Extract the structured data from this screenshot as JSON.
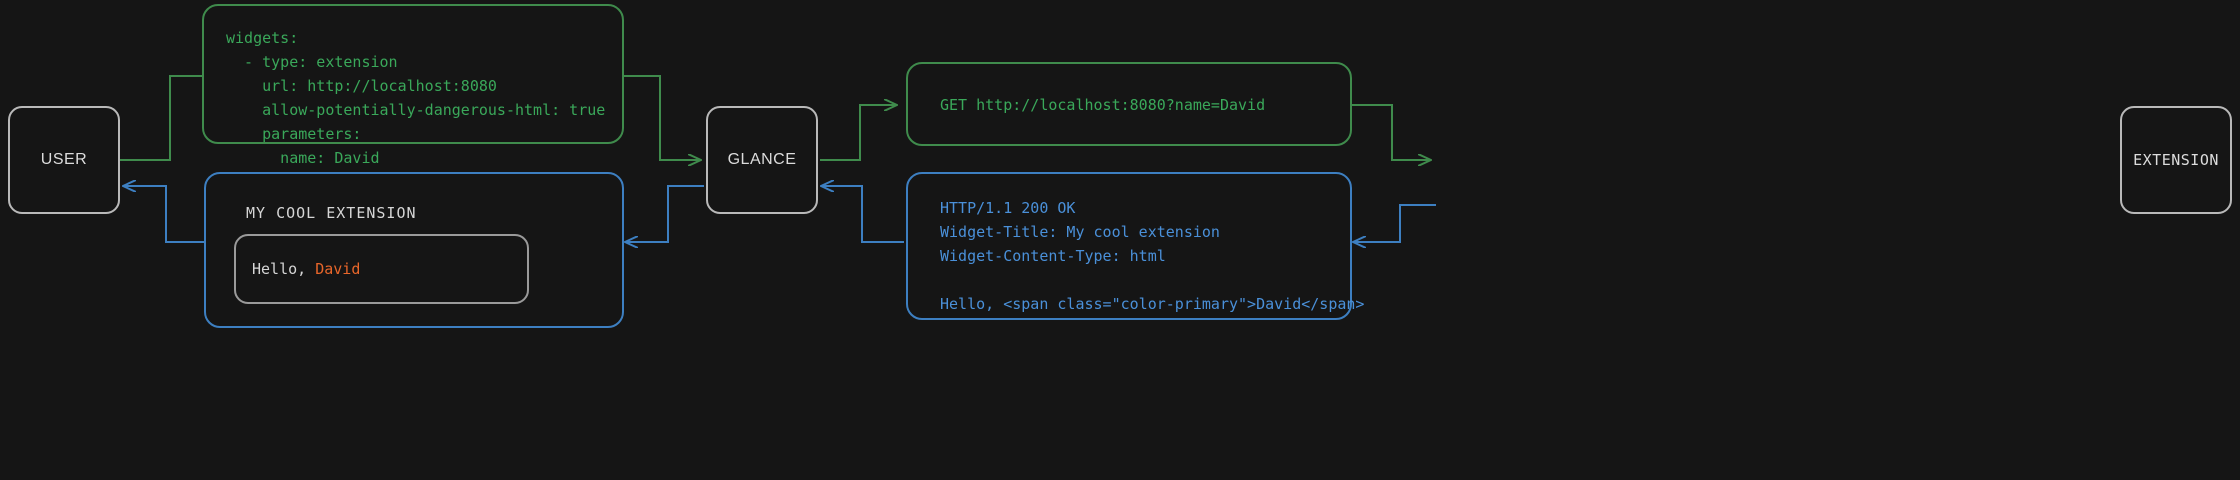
{
  "meta": {
    "background": "#151515",
    "request_color": "#3aa85a",
    "response_color": "#4a90d9",
    "node_color": "#b9b9b9",
    "accent_color": "#e8662a"
  },
  "nodes": {
    "user": "USER",
    "glance": "GLANCE",
    "extension": "EXTENSION"
  },
  "config_bubble": {
    "name": "yaml-config",
    "lines": [
      "widgets:",
      "  - type: extension",
      "    url: http://localhost:8080",
      "    allow-potentially-dangerous-html: true",
      "    parameters:",
      "      name: David"
    ],
    "text": "widgets:\n  - type: extension\n    url: http://localhost:8080\n    allow-potentially-dangerous-html: true\n    parameters:\n      name: David"
  },
  "request_bubble": {
    "name": "http-request",
    "text": "GET http://localhost:8080?name=David"
  },
  "response_bubble": {
    "name": "http-response",
    "lines": [
      "HTTP/1.1 200 OK",
      "Widget-Title: My cool extension",
      "Widget-Content-Type: html",
      "",
      "Hello, <span class=\"color-primary\">David</span>"
    ],
    "text": "HTTP/1.1 200 OK\nWidget-Title: My cool extension\nWidget-Content-Type: html\n\nHello, <span class=\"color-primary\">David</span>"
  },
  "rendered_widget": {
    "title": "MY COOL EXTENSION",
    "greeting_prefix": "Hello, ",
    "greeting_name": "David"
  },
  "flow": {
    "request_label": "request path",
    "response_label": "response path"
  }
}
